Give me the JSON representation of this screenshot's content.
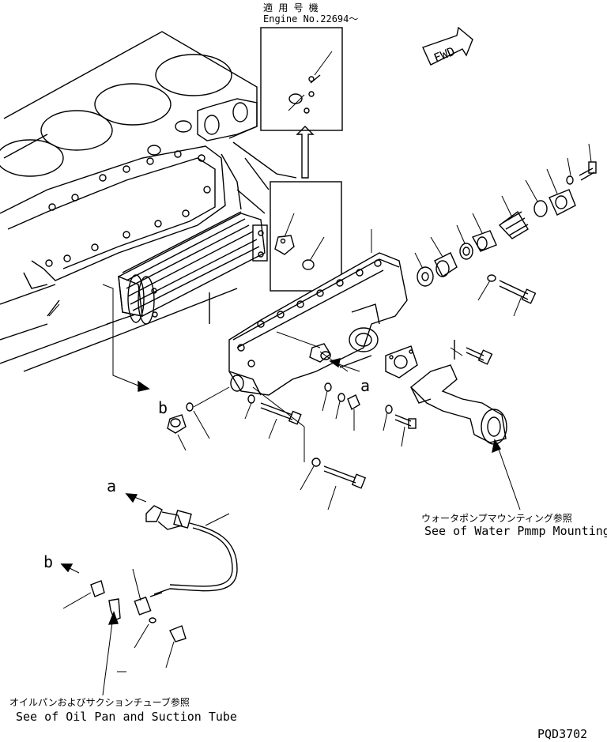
{
  "applicability": {
    "line1": "適 用 号 機",
    "line2": "Engine No.22694～"
  },
  "fwd_label": "FWD",
  "callouts": {
    "a_upper": "a",
    "a_lower": "a",
    "b_upper": "b",
    "b_lower": "b"
  },
  "references": {
    "water_pump_jp": "ウォータポンプマウンティング参照",
    "water_pump_en": "See of Water Pmmp Mounting",
    "oil_pan_jp": "オイルパンおよびサクションチューブ参照",
    "oil_pan_en": "See of Oil Pan and Suction Tube"
  },
  "drawing_number": "PQD3702",
  "colors": {
    "ink": "#000000",
    "paper": "#ffffff"
  }
}
